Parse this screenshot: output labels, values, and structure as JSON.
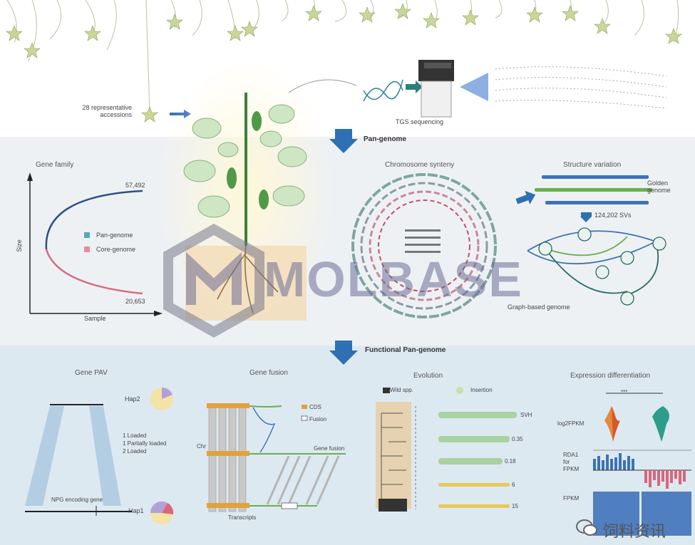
{
  "top": {
    "accessions_label_line1": "28 representative",
    "accessions_label_line2": "accessions",
    "sequencing_label": "TGS sequencing"
  },
  "mid": {
    "section_label": "Pan-genome",
    "gene_family": {
      "title": "Gene family",
      "ylabel": "Size",
      "xlabel": "Sample",
      "pan_value": "57,492",
      "core_value": "20,653",
      "legend_pan": "Pan-genome",
      "legend_core": "Core-genome"
    },
    "synteny": {
      "title": "Chromosome synteny"
    },
    "sv": {
      "title": "Structure variation",
      "linear_line1": "Golden",
      "linear_line2": "genome",
      "svs_label": "124,202 SVs",
      "graph_label": "Graph-based genome"
    }
  },
  "bot": {
    "section_label": "Functional Pan-genome",
    "gene_pav": {
      "title": "Gene PAV",
      "top_gene": "Hap2",
      "mid_line1": "1 Loaded",
      "mid_line2": "1 Partially loaded",
      "mid_line3": "2 Loaded",
      "bottom_label": "NPG encoding gene",
      "bottom_gene": "Hap1"
    },
    "gene_fusion": {
      "title": "Gene fusion",
      "legend1": "CDS",
      "legend2": "Fusion",
      "side_label": "Chr",
      "right_label": "Gene fusion",
      "bottom_label": "Transcripts"
    },
    "evolution": {
      "title": "Evolution",
      "legend1": "Wild spp.",
      "legend2": "Insertion",
      "row_labels": [
        "SVH",
        "0.35",
        "0.18",
        "6",
        "15"
      ]
    },
    "expression": {
      "title": "Expression differentiation",
      "violin_label": "log2FPKM",
      "track1_line1": "RDA1",
      "track1_line2": "for",
      "track1_line3": "FPKM",
      "track2": "FPKM",
      "sig": "***"
    }
  },
  "watermark": "MOLBASE",
  "wechat_text": "饲料资讯",
  "colors": {
    "blue": "#3d72b8",
    "green": "#6ab04c",
    "pink": "#d9667a",
    "yellow": "#e8c95a",
    "arrow": "#2f6fb3"
  }
}
